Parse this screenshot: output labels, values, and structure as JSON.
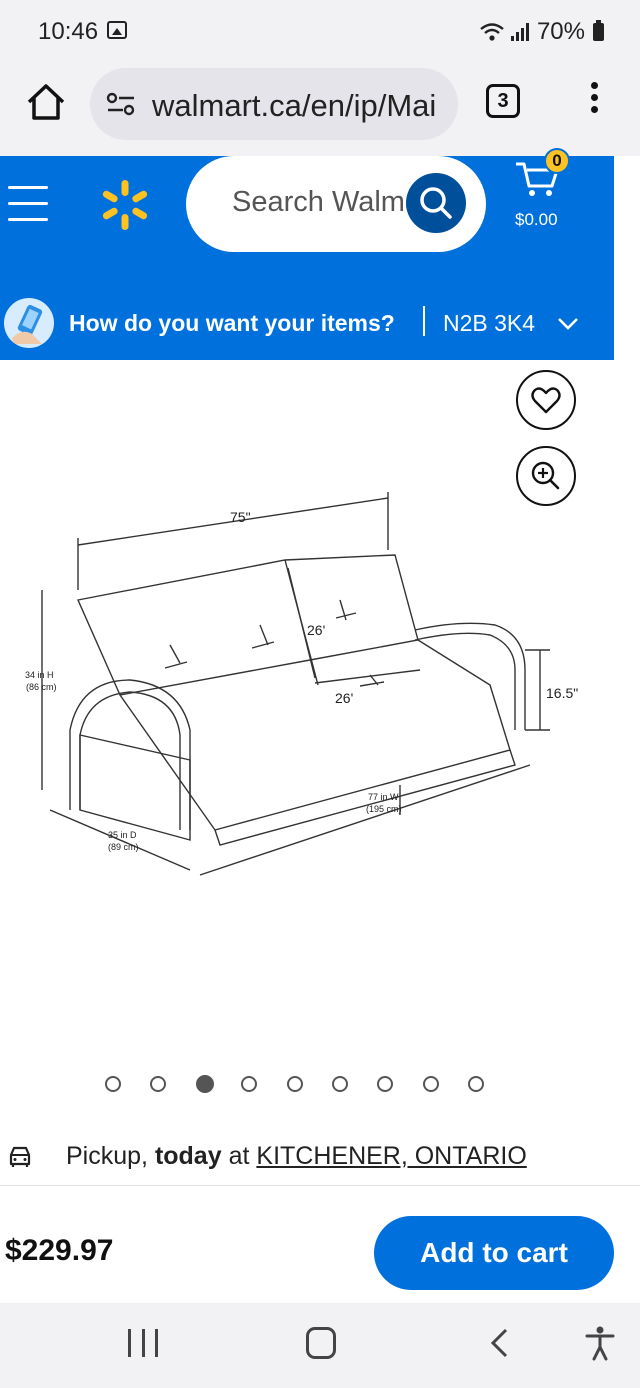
{
  "status": {
    "time": "10:46",
    "battery": "70%",
    "icons": [
      "image-icon",
      "wifi-icon",
      "signal-icon",
      "battery-icon"
    ]
  },
  "browser": {
    "url": "walmart.ca/en/ip/Mai",
    "tab_count": "3"
  },
  "header": {
    "search_placeholder": "Search Walmart",
    "cart_count": "0",
    "cart_total": "$0.00",
    "delivery_prompt": "How do you want your items?",
    "postal_code": "N2B 3K4",
    "brand_color": "#0071dc",
    "accent_color": "#ffc220"
  },
  "product": {
    "dimensions": {
      "width_top": "75\"",
      "back_height": "26'",
      "seat_depth": "26'",
      "arm_height": "16.5\"",
      "height_main": "34 in H",
      "height_sub": "(86 cm)",
      "width_main": "77 in W",
      "width_sub": "(195 cm)",
      "depth_main": "35 in D",
      "depth_sub": "(89 cm)"
    },
    "carousel": {
      "total": 9,
      "active_index": 2
    },
    "pickup": {
      "label": "Pickup,",
      "when": "today",
      "at": "at",
      "store": "KITCHENER, ONTARIO"
    },
    "price": "$229.97",
    "add_to_cart": "Add to cart"
  }
}
